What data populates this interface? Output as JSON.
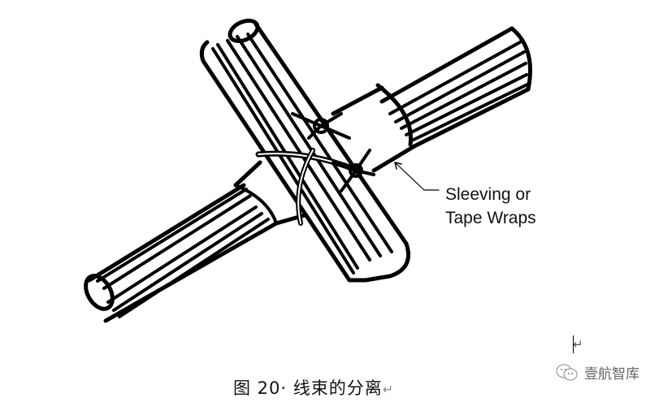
{
  "figure": {
    "callout": {
      "line1": "Sleeving or",
      "line2": "Tape Wraps"
    },
    "caption": {
      "text": "图 20· 线束的分离",
      "return_mark": "↵"
    },
    "paragraph_mark": "↵",
    "watermark": {
      "icon": "wechat-icon",
      "text": "壹航智库"
    }
  }
}
